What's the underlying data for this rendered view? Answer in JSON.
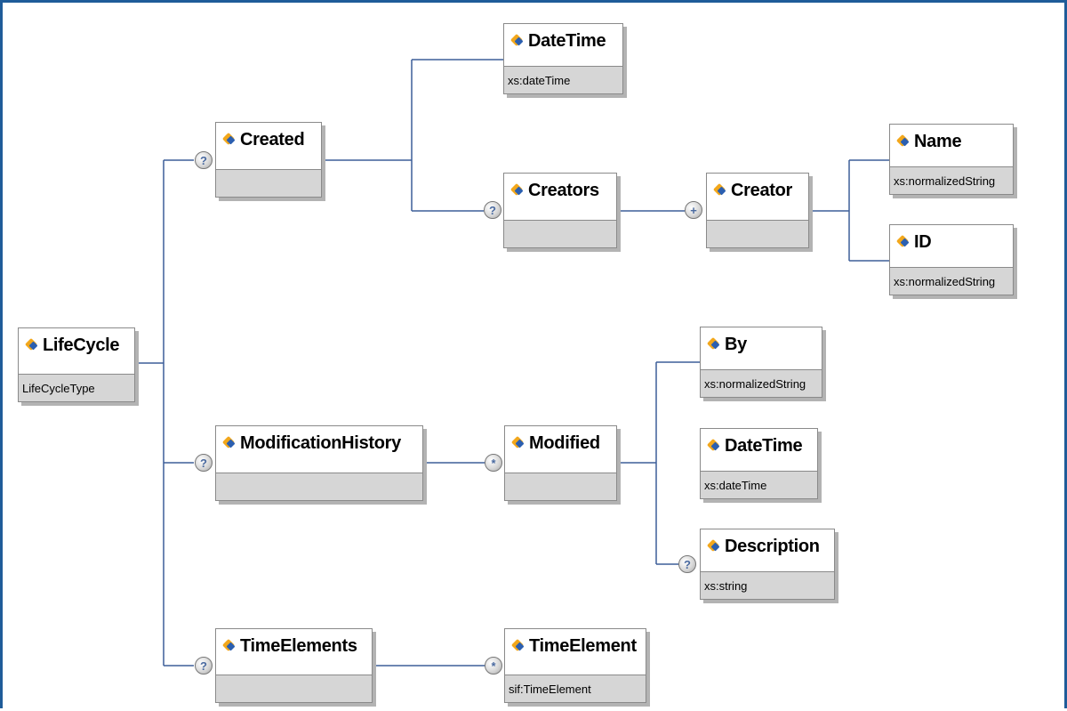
{
  "nodes": {
    "lifecycle": {
      "name": "LifeCycle",
      "type": "LifeCycleType"
    },
    "created": {
      "name": "Created",
      "type": ""
    },
    "datetime_created": {
      "name": "DateTime",
      "type": "xs:dateTime"
    },
    "creators": {
      "name": "Creators",
      "type": ""
    },
    "creator": {
      "name": "Creator",
      "type": ""
    },
    "name": {
      "name": "Name",
      "type": "xs:normalizedString"
    },
    "id": {
      "name": "ID",
      "type": "xs:normalizedString"
    },
    "modification_history": {
      "name": "ModificationHistory",
      "type": ""
    },
    "modified": {
      "name": "Modified",
      "type": ""
    },
    "by": {
      "name": "By",
      "type": "xs:normalizedString"
    },
    "datetime_modified": {
      "name": "DateTime",
      "type": "xs:dateTime"
    },
    "description": {
      "name": "Description",
      "type": "xs:string"
    },
    "time_elements": {
      "name": "TimeElements",
      "type": ""
    },
    "time_element": {
      "name": "TimeElement",
      "type": "sif:TimeElement"
    }
  },
  "badges": {
    "optional": "?",
    "one_or_more": "+",
    "zero_or_more": "*"
  },
  "colors": {
    "frame": "#1f5c99",
    "connector": "#3d5f99",
    "type_bar": "#d6d6d6",
    "icon_primary": "#f2a71b",
    "icon_secondary": "#2b5fb0"
  },
  "icons": {
    "element": "element-icon"
  }
}
